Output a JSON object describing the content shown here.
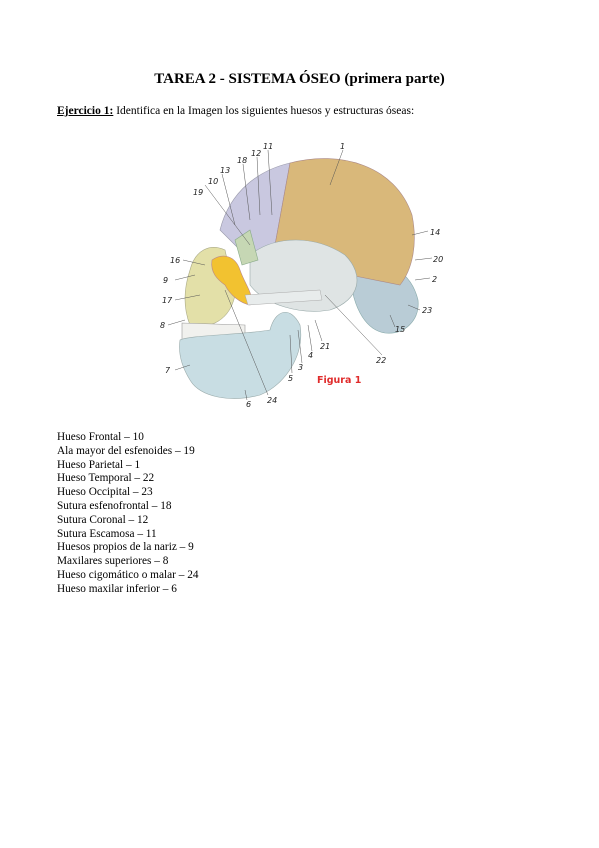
{
  "title": "TAREA 2 - SISTEMA ÓSEO (primera parte)",
  "exercise": {
    "label": "Ejercicio 1:",
    "instruction": " Identifica en la Imagen los siguientes huesos y estructuras óseas:"
  },
  "figure": {
    "caption": "Figura 1",
    "numbers": [
      "1",
      "2",
      "3",
      "4",
      "5",
      "6",
      "7",
      "8",
      "9",
      "10",
      "11",
      "12",
      "13",
      "14",
      "15",
      "16",
      "17",
      "18",
      "19",
      "20",
      "21",
      "22",
      "23",
      "24"
    ]
  },
  "answers": [
    "Hueso Frontal – 10",
    "Ala mayor del esfenoides – 19",
    "Hueso Parietal – 1",
    "Hueso Temporal – 22",
    "Hueso Occipital – 23",
    "Sutura esfenofrontal – 18",
    "Sutura Coronal – 12",
    "Sutura Escamosa – 11",
    "Huesos propios de la nariz – 9",
    "Maxilares superiores – 8",
    "Hueso cigomático o malar – 24",
    "Hueso maxilar inferior – 6"
  ],
  "colors": {
    "parietal": "#d9b87a",
    "frontal": "#c9c8e0",
    "temporal": "#dfe4e4",
    "occipital": "#b9ccd6",
    "zygomatic": "#f2c230",
    "sphenoid": "#c6d7b4",
    "maxilla": "#e3e0a8",
    "mandible": "#c8dde3",
    "caption": "#e02b2b"
  }
}
